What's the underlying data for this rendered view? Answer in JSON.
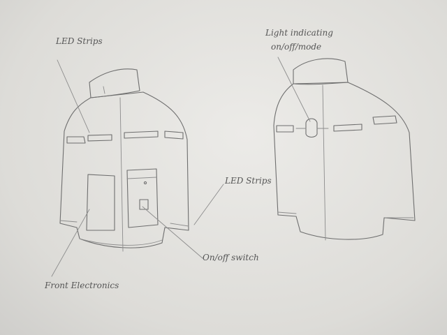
{
  "labels": {
    "led_strips_left": "LED Strips",
    "light_indicating_line1": "Light indicating",
    "light_indicating_line2": "on/off/mode",
    "led_strips_right": "LED Strips",
    "on_off_switch": "On/off switch",
    "front_electronics": "Front Electronics"
  },
  "colors": {
    "pencil": "#6e6e6e",
    "paper": "#e6e5e2"
  }
}
